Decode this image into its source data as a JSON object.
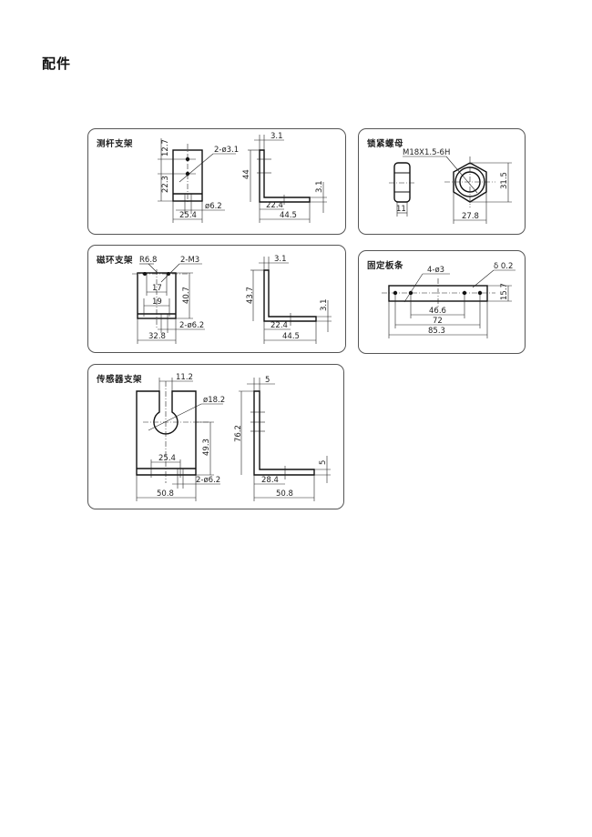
{
  "page": {
    "title": "配件"
  },
  "panels": [
    {
      "id": "probe-rod-bracket",
      "title": "测杆支架",
      "dims": {
        "top_pitch": "12.7",
        "bottom_pitch": "22.3",
        "hole": "2-ø3.1",
        "slot": "ø6.2",
        "width": "25.4",
        "height": "44",
        "thickness_top": "3.1",
        "thickness_side": "3.1",
        "hole_pos": "22.4",
        "length": "44.5"
      }
    },
    {
      "id": "lock-nut",
      "title": "锁紧螺母",
      "dims": {
        "thread": "M18X1.5-6H",
        "thickness": "11",
        "across_flats": "27.8",
        "across_corners": "31.5"
      }
    },
    {
      "id": "magnet-ring-bracket",
      "title": "磁环支架",
      "dims": {
        "radius": "R6.8",
        "thread": "2-M3",
        "top_spacing": "17",
        "bottom_spacing": "19",
        "height": "40.7",
        "hole": "2-ø6.2",
        "width": "32.8",
        "thickness_top": "3.1",
        "total_height": "43.7",
        "thickness_side": "3.1",
        "hole_pos": "22.4",
        "length": "44.5"
      }
    },
    {
      "id": "fixing-strip",
      "title": "固定板条",
      "dims": {
        "holes": "4-ø3",
        "thickness": "δ 0.2",
        "height": "15.7",
        "inner_pitch": "46.6",
        "outer_pitch": "72",
        "length": "85.3"
      }
    },
    {
      "id": "sensor-bracket",
      "title": "传感器支架",
      "dims": {
        "slot_width": "11.2",
        "bore": "ø18.2",
        "bore_height": "49.3",
        "hole_pitch": "25.4",
        "hole": "2-ø6.2",
        "width": "50.8",
        "thickness_top": "5",
        "height": "76.2",
        "thickness_side": "5",
        "hole_pos": "28.4",
        "length": "50.8"
      }
    }
  ]
}
